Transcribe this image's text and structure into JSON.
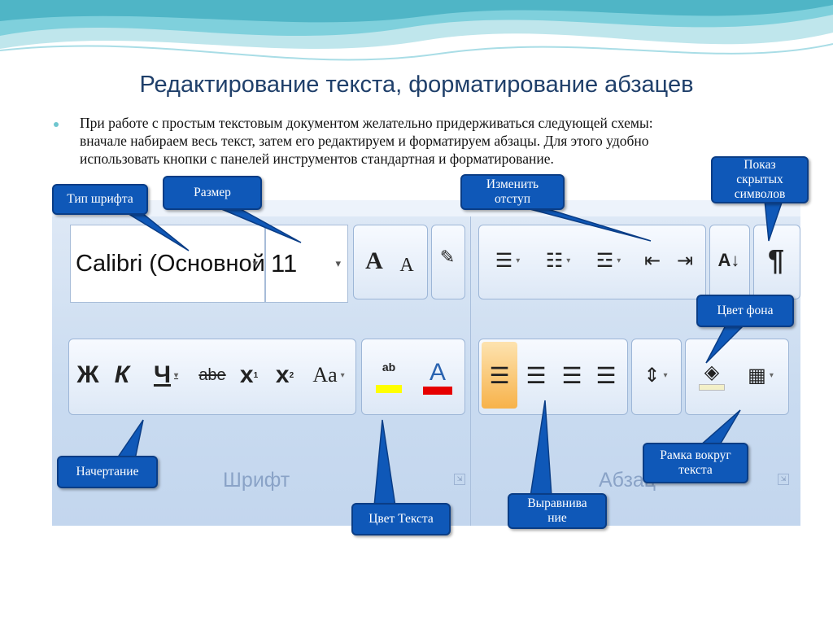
{
  "slide": {
    "title": "Редактирование текста, форматирование абзацев",
    "bullet_lines": [
      "При работе с простым текстовым документом желательно придерживаться следующей схемы:",
      "вначале набираем весь текст, затем его редактируем и форматируем абзацы. Для этого удобно",
      "использовать кнопки с панелей инструментов  стандартная и форматирование."
    ]
  },
  "ribbon": {
    "font_name": "Calibri (Основной тек",
    "font_size": "11",
    "grow_font": "A",
    "shrink_font": "A",
    "bold": "Ж",
    "italic": "К",
    "underline": "Ч",
    "strike": "abe",
    "subscript": "x",
    "superscript": "x",
    "case": "Aa",
    "highlight": "ab",
    "font_color": "A",
    "sort": "А↓",
    "pilcrow": "¶",
    "group_font": "Шрифт",
    "group_paragraph": "Абзац",
    "dropdown_arrow": "▾",
    "highlight_color": "#ffff00",
    "font_color_bar": "#e60000",
    "align_left_active": "#f7b24a"
  },
  "callouts": {
    "font_type": "Тип шрифта",
    "size": "Размер",
    "indent": "Изменить\nотступ",
    "show_hidden": "Показ\nскрытых\nсимволов",
    "bg_color": "Цвет фона",
    "style": "Начертание",
    "text_color": "Цвет Текста",
    "alignment": "Выравнива\nние",
    "border": "Рамка вокруг\nтекста"
  },
  "colors": {
    "title": "#1f3f6a",
    "callout_fill": "#0f58b8",
    "bullet": "#6fc6cf"
  }
}
